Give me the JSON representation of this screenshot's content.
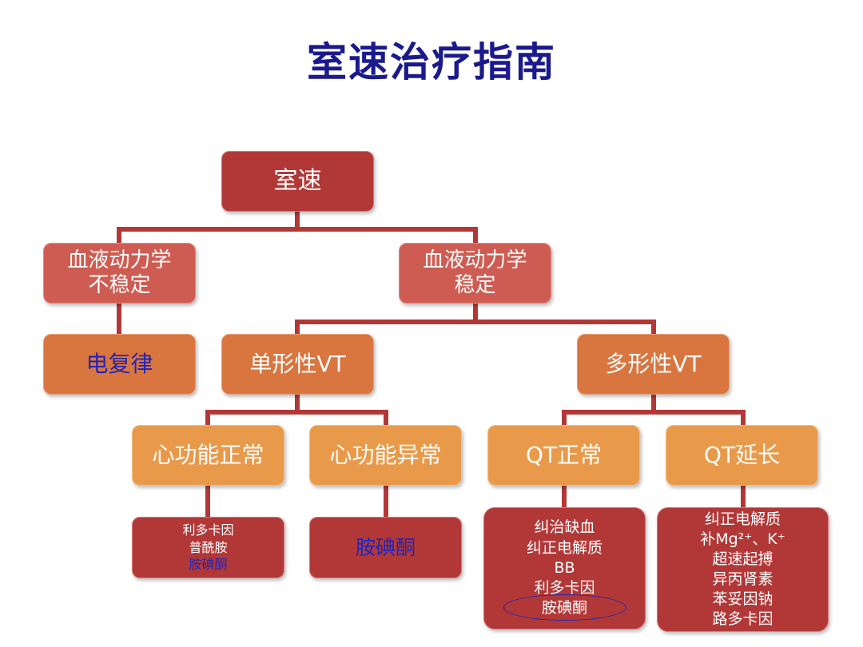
{
  "title": "室速治疗指南",
  "nodes": {
    "root": "室速",
    "unstable": [
      "血液动力学",
      "不稳定"
    ],
    "stable": [
      "血液动力学",
      "稳定"
    ],
    "cardioversion": "电复律",
    "mono_vt": "单形性VT",
    "poly_vt": "多形性VT",
    "normal_function": "心功能正常",
    "abnormal_function": "心功能异常",
    "qt_normal": "QT正常",
    "qt_prolonged": "QT延长",
    "drugs_normal_function": [
      "利多卡因",
      "普酰胺",
      "胺碘酮"
    ],
    "drugs_abnormal_function": "胺碘酮",
    "treat_qt_normal": [
      "纠治缺血",
      "纠正电解质",
      "BB",
      "利多卡因",
      "胺碘酮"
    ],
    "treat_qt_prolonged": [
      "纠正电解质",
      "补Mg²⁺、K⁺",
      "超速起搏",
      "异丙肾素",
      "苯妥因钠",
      "路多卡因"
    ]
  },
  "colors": {
    "title": "#1b1a8c",
    "connector": "#b23838",
    "dark_box": "#b23838",
    "mid_box": "#cf5c52",
    "orange_box": "#d9753f",
    "light_box": "#e89a4a",
    "highlight_text": "#2424b4"
  }
}
